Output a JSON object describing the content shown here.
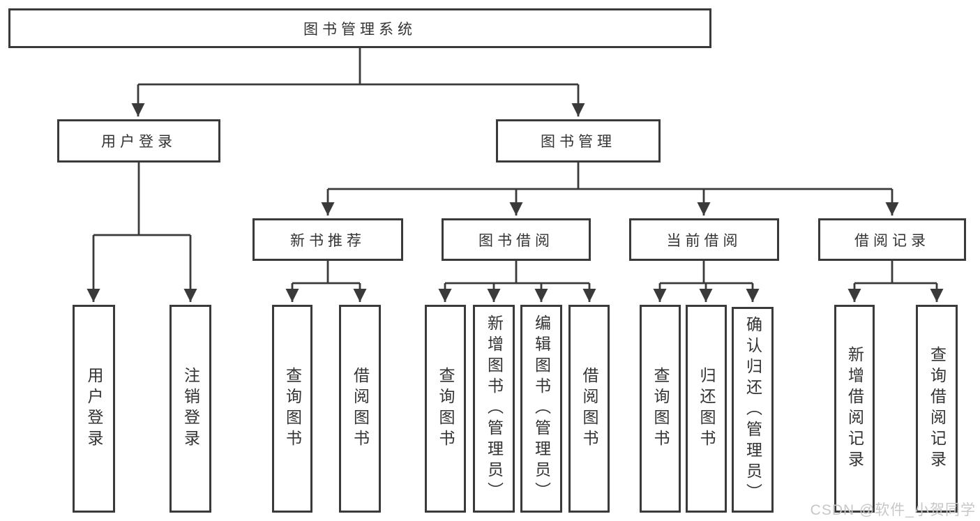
{
  "nodes": {
    "root": "图书管理系统",
    "l2": [
      "用户登录",
      "图书管理"
    ],
    "l3": [
      "新书推荐",
      "图书借阅",
      "当前借阅",
      "借阅记录"
    ],
    "l4_user": [
      "用户登录",
      "注销登录"
    ],
    "l4_newbook": [
      "查询图书",
      "借阅图书"
    ],
    "l4_borrow": [
      "查询图书",
      "新增图书（管理员）",
      "编辑图书（管理员）",
      "借阅图书"
    ],
    "l4_current": [
      "查询图书",
      "归还图书",
      "确认归还（管理员）"
    ],
    "l4_records": [
      "新增借阅记录",
      "查询借阅记录"
    ]
  },
  "watermark": "CSDN @软件_小贺同学",
  "colors": {
    "line": "#3a3a3a",
    "box_border": "#3a3a3a",
    "box_fill": "#ffffff",
    "text": "#333333",
    "watermark": "#c7c7c7",
    "background": "#ffffff"
  }
}
